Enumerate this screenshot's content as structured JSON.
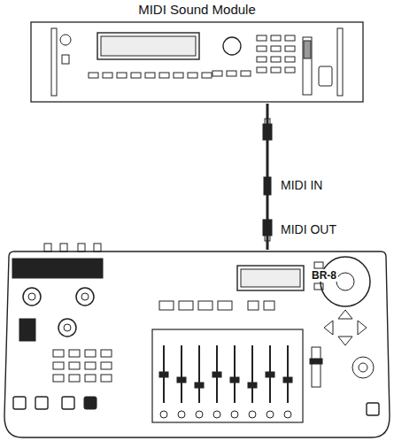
{
  "diagram": {
    "nodes": [
      {
        "text": [
          "MIDI Sound Module"
        ]
      },
      {
        "text": [
          "BR-8"
        ]
      }
    ],
    "edges": [
      {
        "from": 1,
        "to": 0,
        "arrow": "none"
      }
    ],
    "labels": [
      "MIDI IN",
      "MIDI OUT"
    ]
  }
}
